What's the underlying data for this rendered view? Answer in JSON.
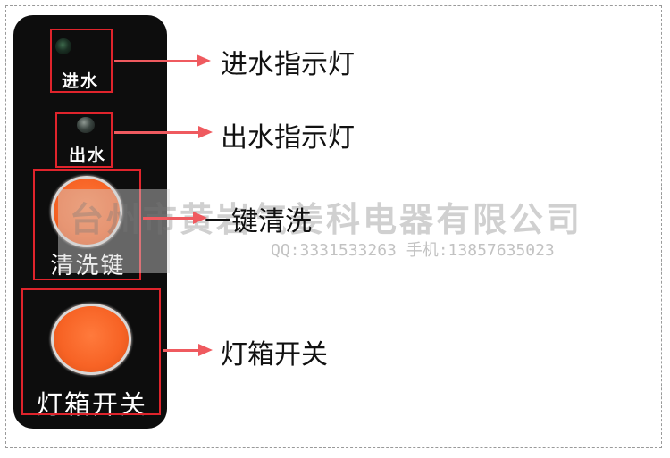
{
  "panel_labels": {
    "water_in": "进水",
    "water_out": "出水",
    "clean_key": "清洗键",
    "lightbox_switch": "灯箱开关"
  },
  "callouts": {
    "water_in_indicator": "进水指示灯",
    "water_out_indicator": "出水指示灯",
    "one_key_clean": "一键清洗",
    "lightbox_switch": "灯箱开关"
  },
  "watermark": {
    "company": "台州市黄岩气姜科电器有限公司",
    "contact": "QQ:3331533263   手机:13857635023"
  },
  "colors": {
    "highlight_box": "#e0242c",
    "arrow": "#ef5a5f",
    "button_orange": "#f76325",
    "panel_black": "#0d0d0d"
  }
}
